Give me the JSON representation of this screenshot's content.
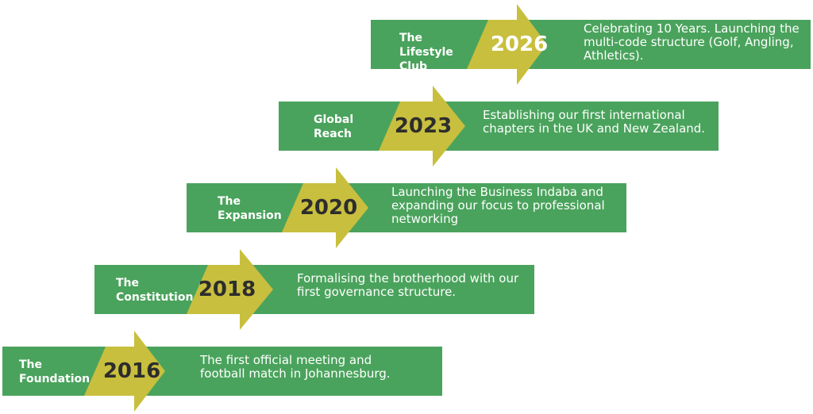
{
  "colors": {
    "bar": "#4aa35c",
    "arrow": "#c8bf3e"
  },
  "milestones": [
    {
      "title": "The Foundation",
      "year": "2016",
      "description": "The first official meeting and football match in Johannesburg."
    },
    {
      "title": "The Constitution",
      "year": "2018",
      "description": "Formalising the brotherhood with our first governance structure."
    },
    {
      "title": "The Expansion",
      "year": "2020",
      "description": "Launching the Business Indaba and expanding our focus to professional networking"
    },
    {
      "title": "Global Reach",
      "year": "2023",
      "description": "Establishing our first international chapters in the UK and New Zealand."
    },
    {
      "title": "The Lifestyle Club",
      "year": "2026",
      "description": "Celebrating 10 Years. Launching the multi-code structure (Golf, Angling, Athletics)."
    }
  ]
}
